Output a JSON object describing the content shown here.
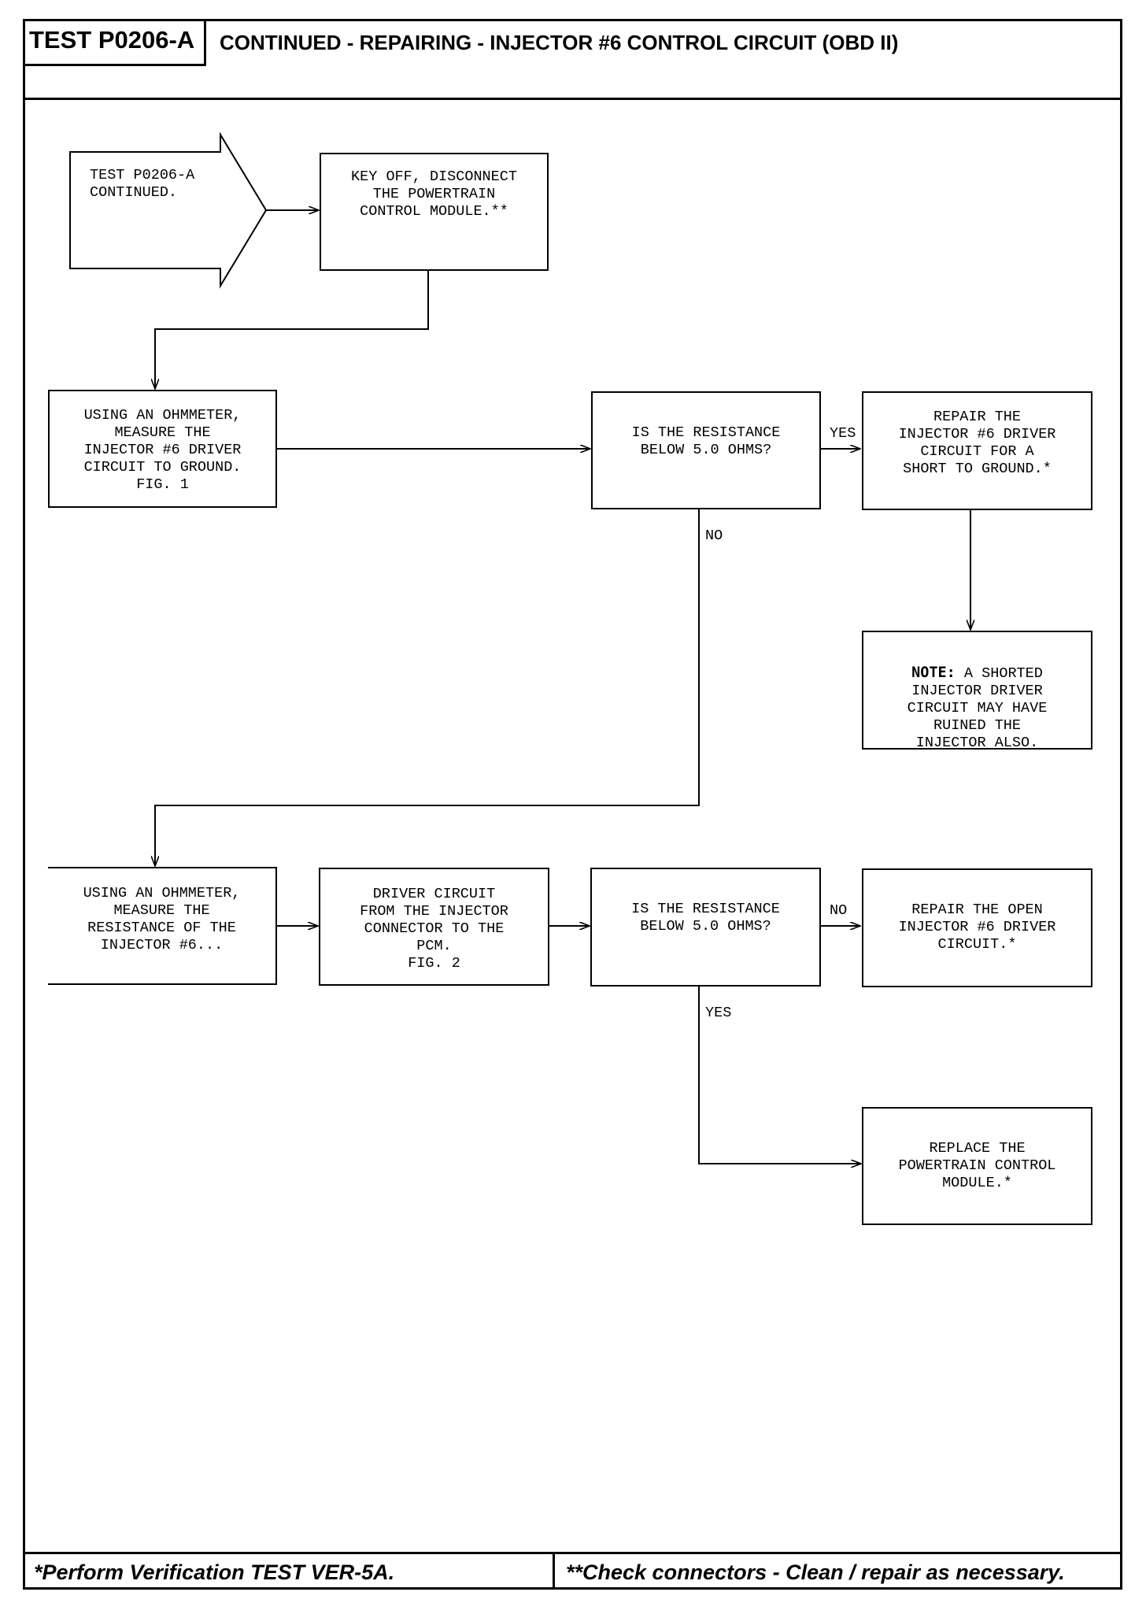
{
  "header": {
    "test_id": "TEST P0206-A",
    "title": "CONTINUED - REPAIRING - INJECTOR #6 CONTROL CIRCUIT (OBD II)"
  },
  "flow": {
    "start": "TEST P0206-A\nCONTINUED.",
    "key_off": "KEY OFF, DISCONNECT\nTHE POWERTRAIN\nCONTROL MODULE.**",
    "measure_ground": "USING AN OHMMETER,\nMEASURE THE\nINJECTOR #6 DRIVER\nCIRCUIT TO GROUND.\nFIG. 1",
    "question1": "IS THE RESISTANCE\nBELOW 5.0 OHMS?",
    "repair_short": "REPAIR THE\nINJECTOR #6 DRIVER\nCIRCUIT FOR A\nSHORT TO GROUND.*",
    "note_prefix": "NOTE:",
    "note_text": " A SHORTED\nINJECTOR DRIVER\nCIRCUIT MAY HAVE\nRUINED THE\nINJECTOR ALSO.",
    "measure_resistance": "USING AN OHMMETER,\nMEASURE THE\nRESISTANCE OF THE\nINJECTOR #6...",
    "driver_circuit": "DRIVER CIRCUIT\nFROM THE INJECTOR\nCONNECTOR TO THE\nPCM.\nFIG. 2",
    "question2": "IS THE RESISTANCE\nBELOW 5.0 OHMS?",
    "repair_open": "REPAIR THE OPEN\nINJECTOR #6 DRIVER\nCIRCUIT.*",
    "replace_pcm": "REPLACE THE\nPOWERTRAIN CONTROL\nMODULE.*"
  },
  "labels": {
    "yes1": "YES",
    "no1": "NO",
    "no2": "NO",
    "yes2": "YES"
  },
  "footer": {
    "left": "*Perform Verification TEST VER-5A.",
    "right": "**Check connectors - Clean / repair as necessary."
  }
}
